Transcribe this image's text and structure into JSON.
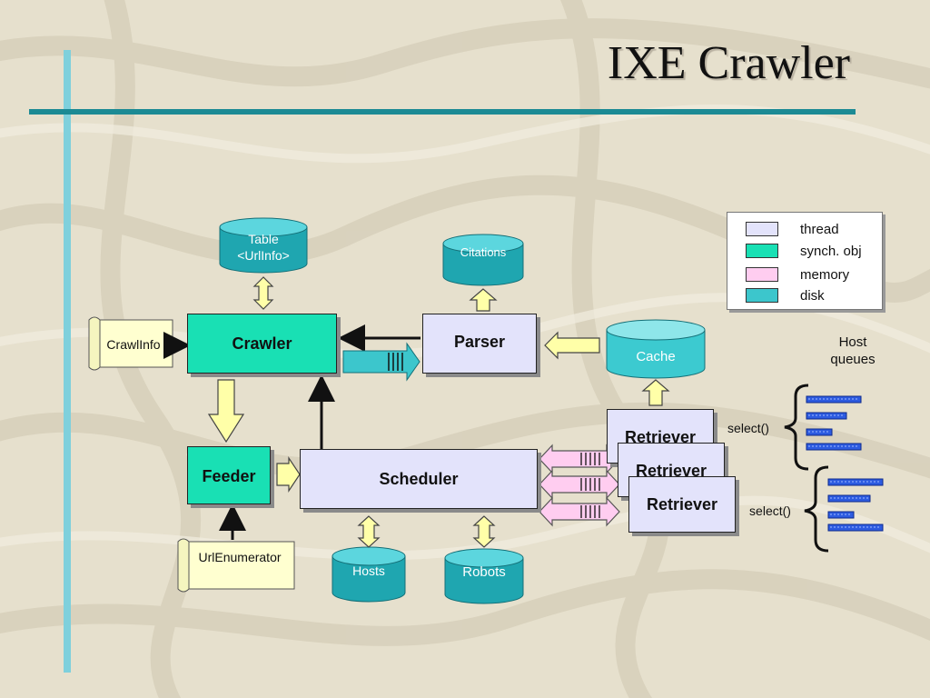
{
  "title": "IXE Crawler",
  "legend": [
    {
      "label": "thread",
      "color": "#e3e3fb"
    },
    {
      "label": "synch. obj",
      "color": "#19e0b4"
    },
    {
      "label": "memory",
      "color": "#ffcdf0"
    },
    {
      "label": "disk",
      "color": "#3cc6cc"
    }
  ],
  "nodes": {
    "table": "Table",
    "table_sub": "<UrlInfo>",
    "citations": "Citations",
    "crawler": "Crawler",
    "crawlinfo": "CrawlInfo",
    "parser": "Parser",
    "cache": "Cache",
    "feeder": "Feeder",
    "scheduler": "Scheduler",
    "urlenumerator": "UrlEnumerator",
    "hosts": "Hosts",
    "robots": "Robots",
    "retriever1": "Retriever",
    "retriever2": "Retriever",
    "retriever3": "Retriever"
  },
  "notes": {
    "host_queues_1": "Host",
    "host_queues_2": "queues",
    "select1": "select()",
    "select2": "select()"
  },
  "colors": {
    "thread": "#e3e3fb",
    "synch": "#19e0b4",
    "memory": "#ffcdf0",
    "disk": "#3cc6cc",
    "arrow_yellow": "#ffffa8",
    "queue_bar": "#2d5be0"
  }
}
